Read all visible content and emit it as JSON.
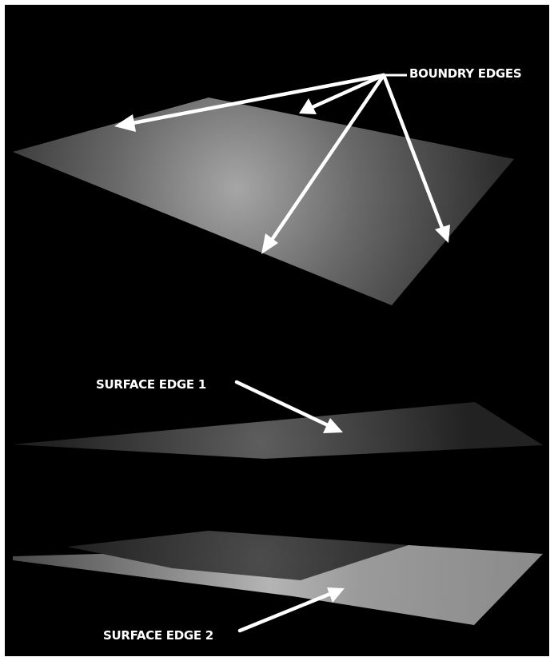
{
  "labels": {
    "boundary_edges": "BOUNDRY EDGES",
    "surface_edge_1": "SURFACE EDGE 1",
    "surface_edge_2": "SURFACE EDGE 2"
  },
  "colors": {
    "background": "#000000",
    "frame": "#ffffff",
    "text": "#ffffff",
    "arrows": "#ffffff",
    "surface_light": "#a8a8a8",
    "surface_dark": "#262626"
  }
}
